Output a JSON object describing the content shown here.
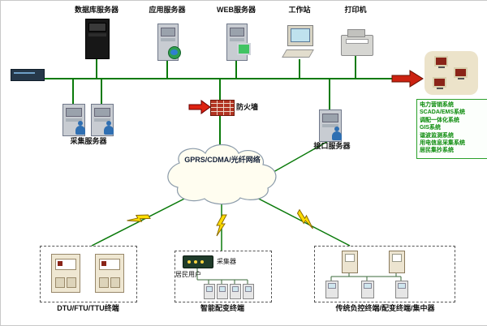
{
  "diagram": {
    "top_nodes": [
      {
        "label": "数据库服务器"
      },
      {
        "label": "应用服务器"
      },
      {
        "label": "WEB服务器"
      },
      {
        "label": "工作站"
      },
      {
        "label": "打印机"
      }
    ],
    "mid_nodes": {
      "collection_server": "采集服务器",
      "firewall": "防火墙",
      "interface_server": "接口服务器"
    },
    "systems_panel": {
      "items": [
        "电力营销系统",
        "SCADA/EMS系统",
        "调配一体化系统",
        "GIS系统",
        "谐波监测系统",
        "用电信息采集系统",
        "居民集抄系统"
      ]
    },
    "cloud_label": "GPRS/CDMA/光纤网络",
    "bottom_groups": [
      {
        "label": "DTU/FTU/TTU终端"
      },
      {
        "label": "智能配变终端",
        "collector": "采集器",
        "user": "居民用户"
      },
      {
        "label": "传统负控终端/配变终端/集中器"
      }
    ]
  }
}
